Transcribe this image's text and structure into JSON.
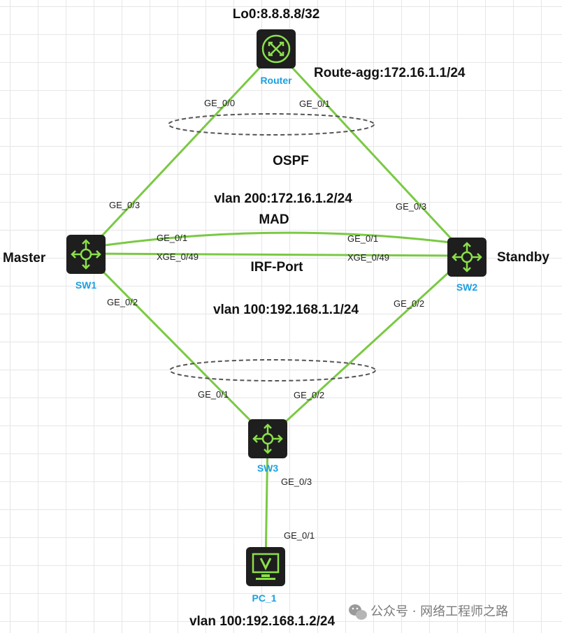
{
  "router": {
    "name": "Router",
    "loopback": "Lo0:8.8.8.8/32",
    "route_agg": "Route-agg:172.16.1.1/24",
    "port_sw1": "GE_0/0",
    "port_sw2": "GE_0/1"
  },
  "ospf_label": "OSPF",
  "vlan200_label": "vlan 200:172.16.1.2/24",
  "mad_label": "MAD",
  "irf_label": "IRF-Port",
  "vlan100_label": "vlan 100:192.168.1.1/24",
  "sw1": {
    "name": "SW1",
    "role": "Master",
    "port_router": "GE_0/3",
    "port_mad": "GE_0/1",
    "port_irf": "XGE_0/49",
    "port_sw3": "GE_0/2"
  },
  "sw2": {
    "name": "SW2",
    "role": "Standby",
    "port_router": "GE_0/3",
    "port_mad": "GE_0/1",
    "port_irf": "XGE_0/49",
    "port_sw3": "GE_0/2"
  },
  "sw3": {
    "name": "SW3",
    "port_sw1": "GE_0/1",
    "port_sw2": "GE_0/2",
    "port_pc": "GE_0/3"
  },
  "pc": {
    "name": "PC_1",
    "port": "GE_0/1",
    "address": "vlan 100:192.168.1.2/24"
  },
  "watermark": "公众号 · 网络工程师之路",
  "colors": {
    "link": "#7ac943",
    "device_body": "#1e1e1e",
    "device_icon": "#8be04a",
    "device_label": "#1aa0e0",
    "ellipse": "#555555"
  }
}
